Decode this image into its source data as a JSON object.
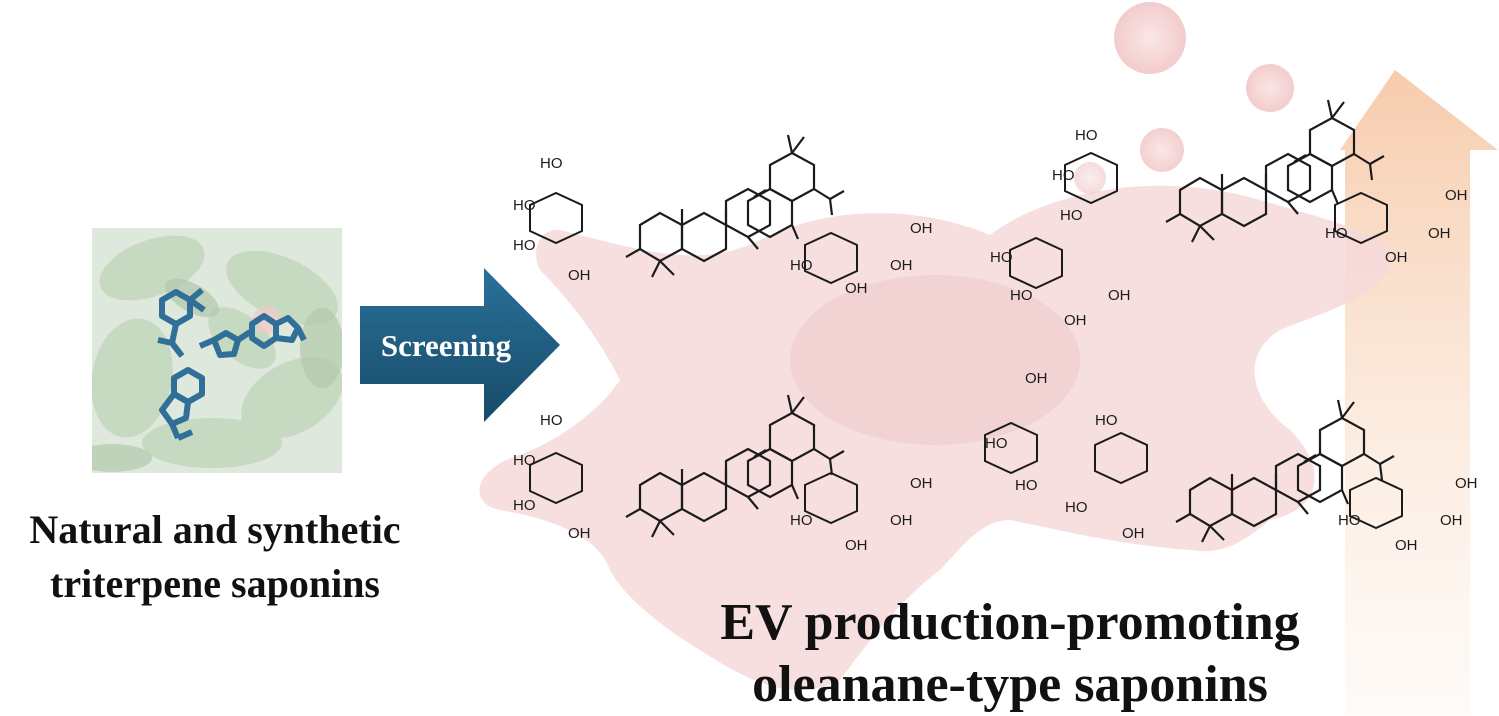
{
  "left_caption": {
    "line1": "Natural and synthetic",
    "line2": "triterpene saponins"
  },
  "arrow": {
    "label": "Screening"
  },
  "right_caption": {
    "line1": "EV production-promoting",
    "line2": "oleanane-type saponins"
  },
  "colors": {
    "arrow_fill": "#1f5e82",
    "cell_fill": "#f6d6d6",
    "up_arrow_fill": "#f9ddc8",
    "molecule_stroke": "#1b1b1b",
    "highlight_molecule": "#2f6f98"
  }
}
